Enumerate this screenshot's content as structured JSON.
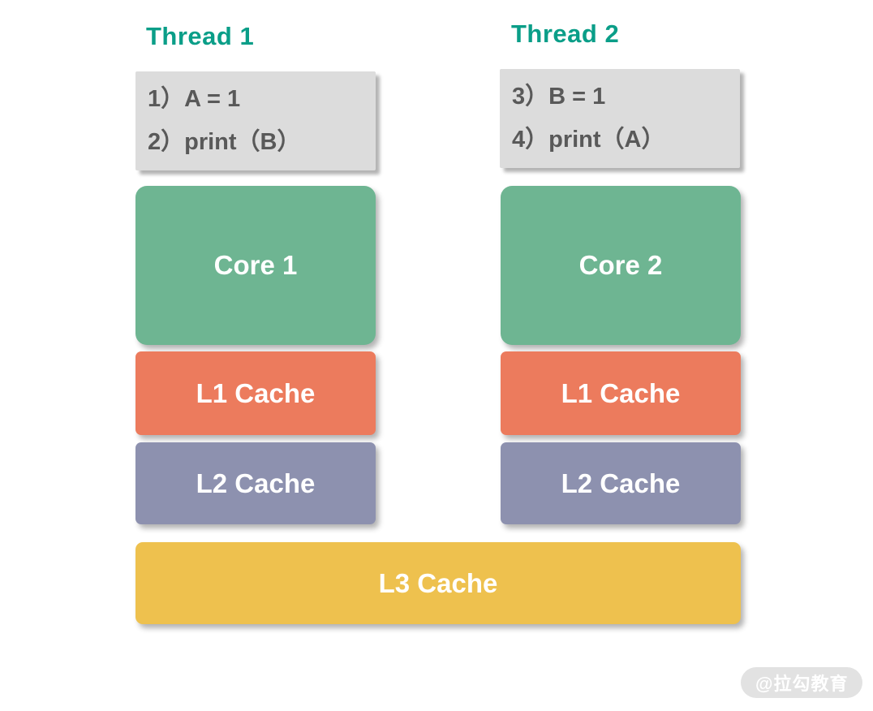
{
  "colors": {
    "bg": "#ffffff",
    "teal": "#0a9e88",
    "green": "#6eb592",
    "orange": "#ec7b5d",
    "purple": "#8d91af",
    "yellow": "#eec14e",
    "code_bg": "#dcdcdc",
    "code_text": "#595959",
    "watermark_bg": "#e2e2e2"
  },
  "threads": [
    {
      "title": "Thread 1",
      "code_lines": [
        "1）A = 1",
        "2）print（B）"
      ],
      "core_label": "Core 1",
      "l1_label": "L1 Cache",
      "l2_label": "L2 Cache"
    },
    {
      "title": "Thread 2",
      "code_lines": [
        "3）B = 1",
        "4）print（A）"
      ],
      "core_label": "Core 2",
      "l1_label": "L1 Cache",
      "l2_label": "L2 Cache"
    }
  ],
  "shared": {
    "l3_label": "L3 Cache"
  },
  "watermark": "@拉勾教育"
}
